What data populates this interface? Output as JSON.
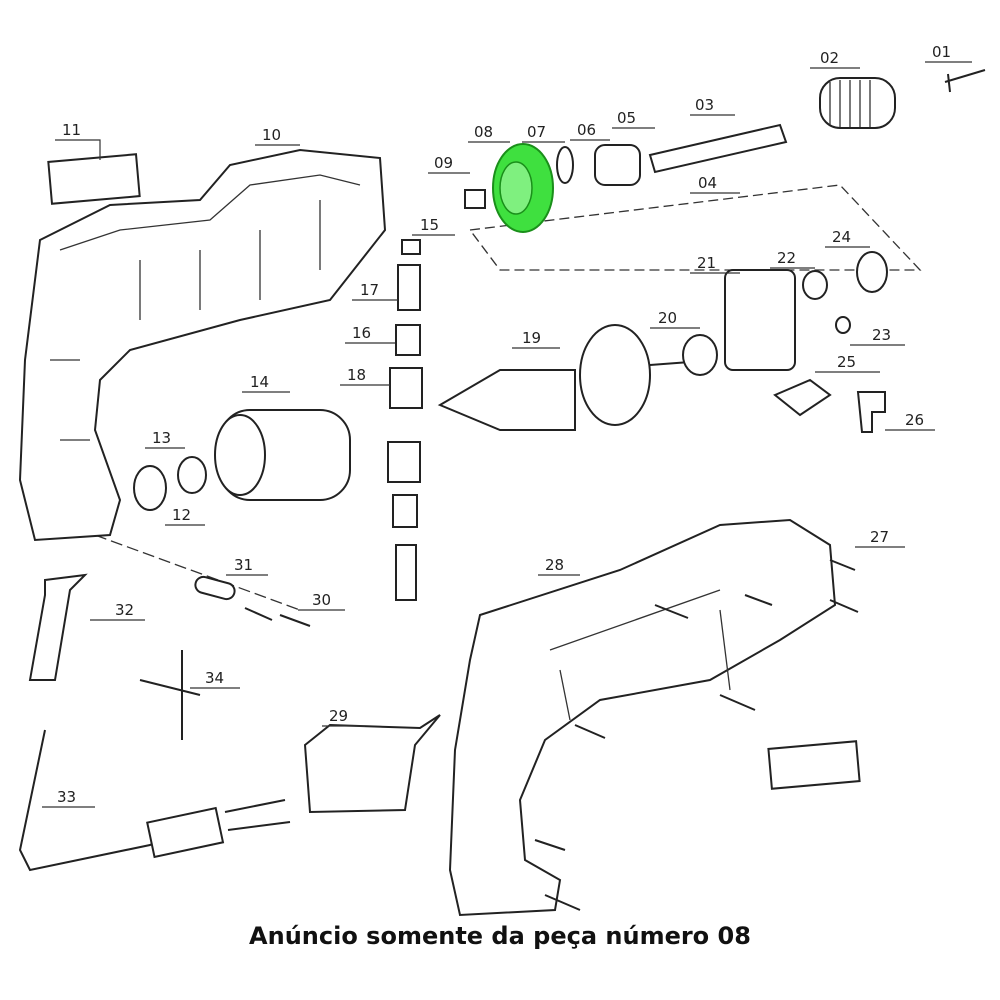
{
  "diagram": {
    "highlight_color": "#3fe03f",
    "highlighted_part": "08",
    "part_labels": [
      "01",
      "02",
      "03",
      "04",
      "05",
      "06",
      "07",
      "08",
      "09",
      "10",
      "11",
      "12",
      "13",
      "14",
      "15",
      "16",
      "17",
      "18",
      "19",
      "20",
      "21",
      "22",
      "23",
      "24",
      "25",
      "26",
      "27",
      "28",
      "29",
      "30",
      "31",
      "32",
      "33",
      "34"
    ]
  },
  "caption": "Anúncio somente da peça número 08"
}
